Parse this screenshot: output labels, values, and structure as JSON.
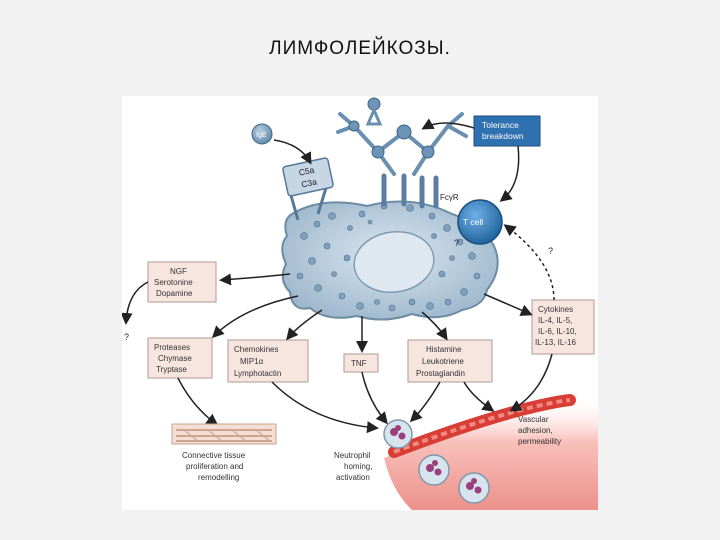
{
  "slide": {
    "title": "ЛИМФОЛЕЙКОЗЫ."
  },
  "diagram": {
    "ige_label": "IgE",
    "c5a_label": "C5a",
    "c3a_label": "C3a",
    "fcr_label": "FcγR",
    "tcell_label": "T cell",
    "tolerance": [
      "Tolerance",
      "breakdown"
    ],
    "q_tcell": "?",
    "q_left": "?",
    "q_arrow": "?",
    "ngf": [
      "NGF",
      "Serotonine",
      "Dopamine"
    ],
    "proteases": [
      "Proteases",
      "Chymase",
      "Tryptase"
    ],
    "chemokines": [
      "Chemokines",
      "MIP1α",
      "Lymphotactin"
    ],
    "tnf": "TNF",
    "histamine": [
      "Histamine",
      "Leukotriene",
      "Prostaglandin"
    ],
    "cytokines": [
      "Cytokines",
      "IL-4, IL-5,",
      "IL-6, IL-10,",
      "IL-13, IL-16"
    ],
    "connective": [
      "Connective tissue",
      "proliferation and",
      "remodelling"
    ],
    "neutrophil": [
      "Neutrophil",
      "homing,",
      "activation"
    ],
    "vascular": [
      "Vascular",
      "adhesion,",
      "permeability"
    ]
  },
  "colors": {
    "box_fill": "#f6e6df",
    "box_stroke": "#b39a90",
    "cell": "#bcd0e0",
    "tcell": "#2e79b8",
    "vessel": "#e0504a"
  }
}
